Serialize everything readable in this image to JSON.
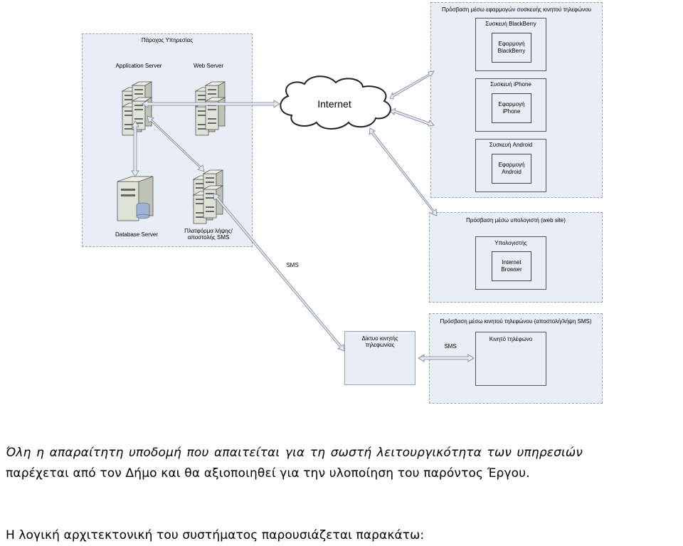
{
  "diagram": {
    "provider": {
      "title": "Πάροχος Υπηρεσίας",
      "app_server": "Application Server",
      "web_server": "Web Server",
      "db_server": "Database Server",
      "sms_platform_line1": "Πλατφόρμα λήψης/",
      "sms_platform_line2": "αποστολής SMS"
    },
    "internet": "Internet",
    "sms_link_label": "SMS",
    "mobile_network": {
      "line1": "Δίκτυο κινητής",
      "line2": "τηλεφωνίας"
    },
    "mobile_apps_panel": {
      "title": "Πρόσβαση μέσω εφαρμογών συσκευής κινητού τηλεφώνου",
      "devices": [
        {
          "title": "Συσκευή BlackBerry",
          "app_line1": "Εφαρμογή",
          "app_line2": "BlackBerry"
        },
        {
          "title": "Συσκευή iPhone",
          "app_line1": "Εφαρμογή",
          "app_line2": "iPhone"
        },
        {
          "title": "Συσκευή Android",
          "app_line1": "Εφαρμογή",
          "app_line2": "Android"
        }
      ]
    },
    "web_panel": {
      "title": "Πρόσβαση μέσω υπολογιστή (web site)",
      "computer": "Υπολογιστής",
      "browser_line1": "Internet",
      "browser_line2": "Browser"
    },
    "sms_panel": {
      "title": "Πρόσβαση μέσω κινητού τηλεφώνου (αποστολή/λήψη SMS)",
      "phone": "Κινητό τηλέφωνο",
      "sms_label": "SMS"
    }
  },
  "text": {
    "para1_line1": "Όλη η απαραίτητη υποδομή που απαιτείται για τη σωστή λειτουργικότητα των υπηρεσιών",
    "para1_line2": "παρέχεται από τον Δήμο και θα αξιοποιηθεί για την υλοποίηση του παρόντος Έργου.",
    "para2": "Η λογική αρχιτεκτονική του συστήματος παρουσιάζεται παρακάτω:"
  },
  "colors": {
    "panel_fill": "#e9eef6",
    "arrow_fill": "#e6e9ef",
    "server_body": "#dfe2d6"
  }
}
